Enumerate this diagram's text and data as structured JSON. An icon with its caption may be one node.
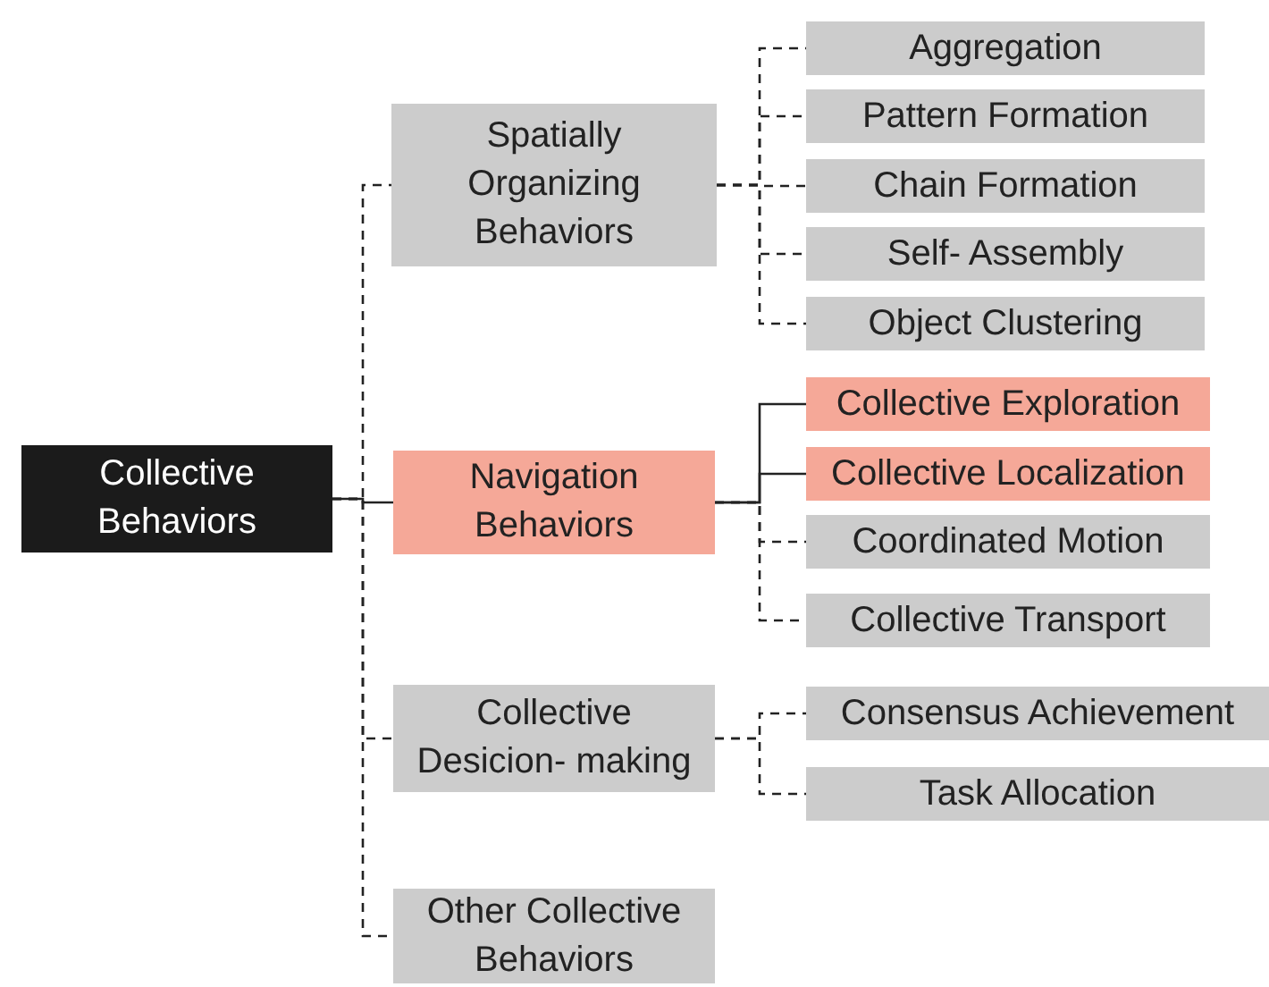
{
  "diagram": {
    "nodes": [
      {
        "text": [
          "Collective Behaviors"
        ]
      },
      {
        "text": [
          "Spatially Organizing Behaviors"
        ]
      },
      {
        "text": [
          "Aggregation"
        ]
      },
      {
        "text": [
          "Pattern Formation"
        ]
      },
      {
        "text": [
          "Chain Formation"
        ]
      },
      {
        "text": [
          "Self- Assembly"
        ]
      },
      {
        "text": [
          "Object Clustering"
        ]
      },
      {
        "text": [
          "Navigation Behaviors"
        ]
      },
      {
        "text": [
          "Collective Exploration"
        ]
      },
      {
        "text": [
          "Collective Localization"
        ]
      },
      {
        "text": [
          "Coordinated Motion"
        ]
      },
      {
        "text": [
          "Collective Transport"
        ]
      },
      {
        "text": [
          "Collective Desicion- making"
        ]
      },
      {
        "text": [
          "Consensus Achievement"
        ]
      },
      {
        "text": [
          "Task Allocation"
        ]
      },
      {
        "text": [
          "Other Collective Behaviors"
        ]
      }
    ],
    "edges": [
      {
        "from": 0,
        "to": 1,
        "arrow": "none",
        "style": "dashed"
      },
      {
        "from": 0,
        "to": 7,
        "arrow": "none"
      },
      {
        "from": 0,
        "to": 12,
        "arrow": "none",
        "style": "dashed"
      },
      {
        "from": 0,
        "to": 15,
        "arrow": "none",
        "style": "dashed"
      },
      {
        "from": 1,
        "to": 2,
        "arrow": "none",
        "style": "dashed"
      },
      {
        "from": 1,
        "to": 3,
        "arrow": "none",
        "style": "dashed"
      },
      {
        "from": 1,
        "to": 4,
        "arrow": "none",
        "style": "dashed"
      },
      {
        "from": 1,
        "to": 5,
        "arrow": "none",
        "style": "dashed"
      },
      {
        "from": 1,
        "to": 6,
        "arrow": "none",
        "style": "dashed"
      },
      {
        "from": 7,
        "to": 8,
        "arrow": "none"
      },
      {
        "from": 7,
        "to": 9,
        "arrow": "none"
      },
      {
        "from": 7,
        "to": 10,
        "arrow": "none",
        "style": "dashed"
      },
      {
        "from": 7,
        "to": 11,
        "arrow": "none",
        "style": "dashed"
      },
      {
        "from": 12,
        "to": 13,
        "arrow": "none",
        "style": "dashed"
      },
      {
        "from": 12,
        "to": 14,
        "arrow": "none",
        "style": "dashed"
      }
    ]
  }
}
